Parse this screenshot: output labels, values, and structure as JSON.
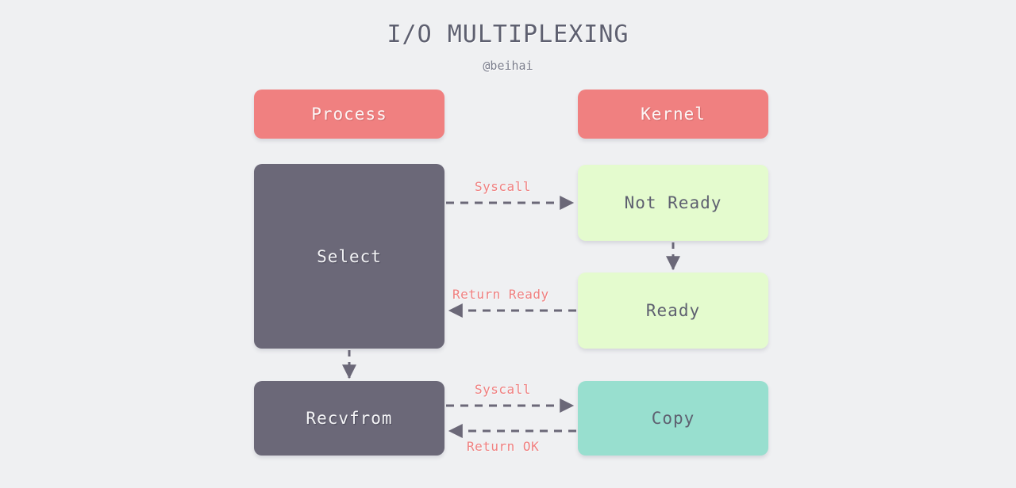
{
  "page": {
    "title": "I/O MULTIPLEXING",
    "subtitle": "@beihai",
    "background_color": "#eff0f2"
  },
  "colors": {
    "header_box": "#f08080",
    "process_box": "#6b6878",
    "state_box": "#e4fbce",
    "copy_box": "#98dfcf",
    "edge_label": "#f08080",
    "arrow": "#6b6878",
    "title_text": "#5e6070"
  },
  "columns": [
    {
      "id": "process",
      "label": "Process"
    },
    {
      "id": "kernel",
      "label": "Kernel"
    }
  ],
  "nodes": [
    {
      "id": "process",
      "label": "Process",
      "kind": "header"
    },
    {
      "id": "kernel",
      "label": "Kernel",
      "kind": "header"
    },
    {
      "id": "select",
      "label": "Select",
      "kind": "process"
    },
    {
      "id": "not_ready",
      "label": "Not Ready",
      "kind": "state"
    },
    {
      "id": "ready",
      "label": "Ready",
      "kind": "state"
    },
    {
      "id": "recvfrom",
      "label": "Recvfrom",
      "kind": "process"
    },
    {
      "id": "copy",
      "label": "Copy",
      "kind": "copy"
    }
  ],
  "edges": [
    {
      "id": "select-to-notready",
      "from": "select",
      "to": "not_ready",
      "label": "Syscall",
      "direction": "right",
      "style": "dashed"
    },
    {
      "id": "notready-to-ready",
      "from": "not_ready",
      "to": "ready",
      "label": "",
      "direction": "down",
      "style": "dashed"
    },
    {
      "id": "ready-to-select",
      "from": "ready",
      "to": "select",
      "label": "Return Ready",
      "direction": "left",
      "style": "dashed"
    },
    {
      "id": "select-to-recvfrom",
      "from": "select",
      "to": "recvfrom",
      "label": "",
      "direction": "down",
      "style": "dashed"
    },
    {
      "id": "recvfrom-to-copy",
      "from": "recvfrom",
      "to": "copy",
      "label": "Syscall",
      "direction": "right",
      "style": "dashed"
    },
    {
      "id": "copy-to-recvfrom",
      "from": "copy",
      "to": "recvfrom",
      "label": "Return OK",
      "direction": "left",
      "style": "dashed"
    }
  ]
}
